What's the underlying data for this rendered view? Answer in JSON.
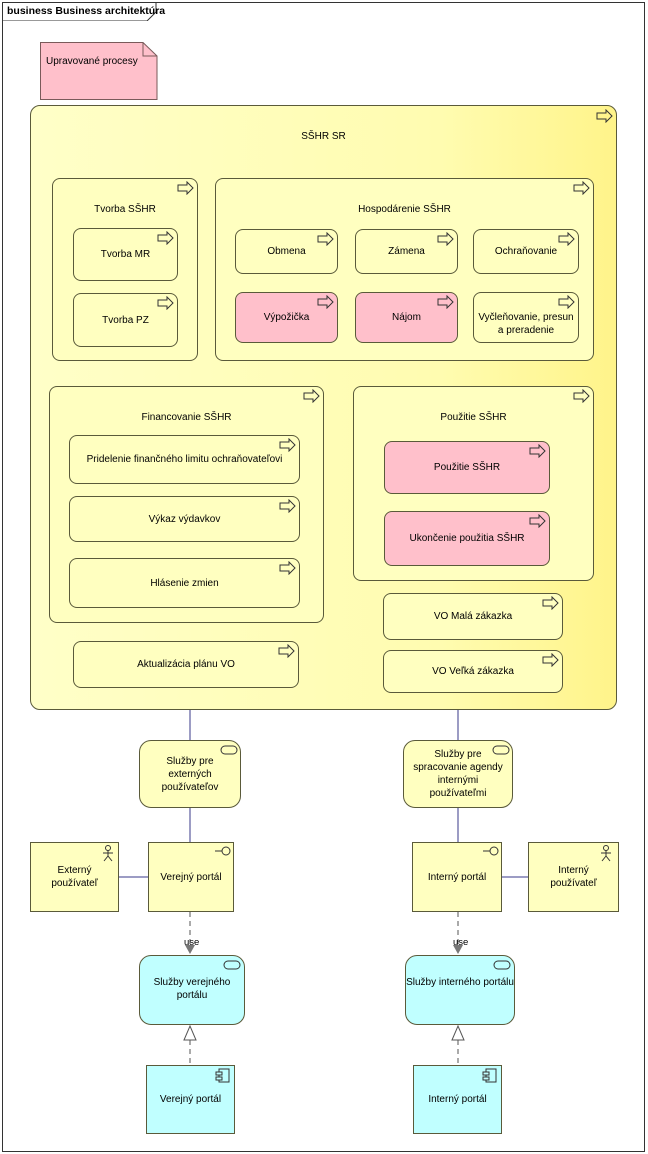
{
  "frame": {
    "title": "business Business architektúra"
  },
  "note": {
    "label": "Upravované procesy"
  },
  "main": {
    "title": "SŠHR SR"
  },
  "tvorba": {
    "title": "Tvorba SŠHR",
    "items": [
      "Tvorba MR",
      "Tvorba PZ"
    ]
  },
  "hosp": {
    "title": "Hospodárenie SŠHR",
    "items": [
      "Obmena",
      "Zámena",
      "Ochraňovanie",
      "Výpožička",
      "Nájom",
      "Vyčleňovanie, presun a preradenie"
    ]
  },
  "fin": {
    "title": "Financovanie SŠHR",
    "items": [
      "Pridelenie finančného limitu ochraňovateľovi",
      "Výkaz výdavkov",
      "Hlásenie zmien"
    ]
  },
  "pouz": {
    "title": "Použitie SŠHR",
    "items": [
      "Použitie SŠHR",
      "Ukončenie použitia SŠHR"
    ]
  },
  "vo": {
    "mala": "VO Malá zákazka",
    "velka": "VO Veľká zákazka",
    "aktualizacia": "Aktualizácia plánu VO"
  },
  "services": {
    "external": "Služby pre externých používateľov",
    "internal": "Služby pre spracovanie agendy internými používateľmi"
  },
  "actors": {
    "external": "Externý používateľ",
    "internal": "Interný používateľ"
  },
  "interfaces": {
    "public": "Verejný portál",
    "internal": "Interný portál"
  },
  "app_services": {
    "public": "Služby verejného portálu",
    "internal": "Služby interného portálu"
  },
  "components": {
    "public": "Verejný portál",
    "internal": "Interný portál"
  },
  "links": {
    "use_left": "use",
    "use_right": "use"
  },
  "colors": {
    "process": "#ffffc0",
    "modified": "#ffc0cb",
    "application": "#c0ffff",
    "line": "#3a3a8a"
  }
}
